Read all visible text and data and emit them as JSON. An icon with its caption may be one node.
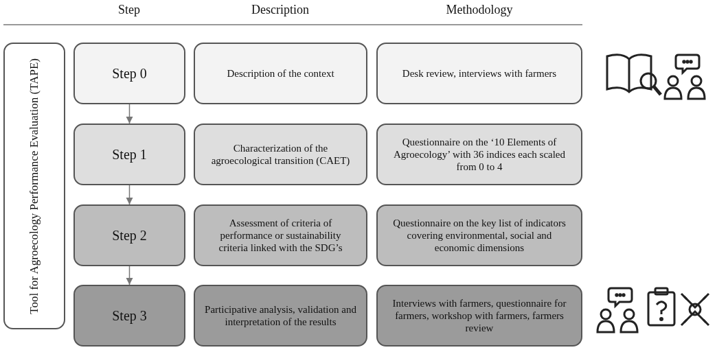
{
  "diagram": {
    "nodes": [
      {
        "text": [
          "Tool for Agroecology Performance Evaluation (TAPE)"
        ]
      },
      {
        "text": [
          "Step 0"
        ]
      },
      {
        "text": [
          "Description of the context"
        ]
      },
      {
        "text": [
          "Desk review, interviews with farmers"
        ]
      },
      {
        "text": [
          "Step 1"
        ]
      },
      {
        "text": [
          "Characterization of the agroecological transition (CAET)"
        ]
      },
      {
        "text": [
          "Questionnaire on the ‘10 Elements of Agroecology’ with 36 indices each scaled from 0 to 4"
        ]
      },
      {
        "text": [
          "Step 2"
        ]
      },
      {
        "text": [
          "Assessment of criteria of performance or sustainability criteria linked with the SDG’s"
        ]
      },
      {
        "text": [
          "Questionnaire on the key list of indicators covering environmental, social and economic dimensions"
        ]
      },
      {
        "text": [
          "Step 3"
        ]
      },
      {
        "text": [
          "Participative analysis, validation and interpretation of the results"
        ]
      },
      {
        "text": [
          "Interviews with farmers, questionnaire for farmers, workshop with farmers, farmers review"
        ]
      }
    ],
    "edges": [
      {
        "from": 1,
        "to": 4,
        "arrow": "to"
      },
      {
        "from": 4,
        "to": 7,
        "arrow": "to"
      },
      {
        "from": 7,
        "to": 10,
        "arrow": "to"
      }
    ],
    "labels": [
      "Step",
      "Description",
      "Methodology"
    ]
  }
}
